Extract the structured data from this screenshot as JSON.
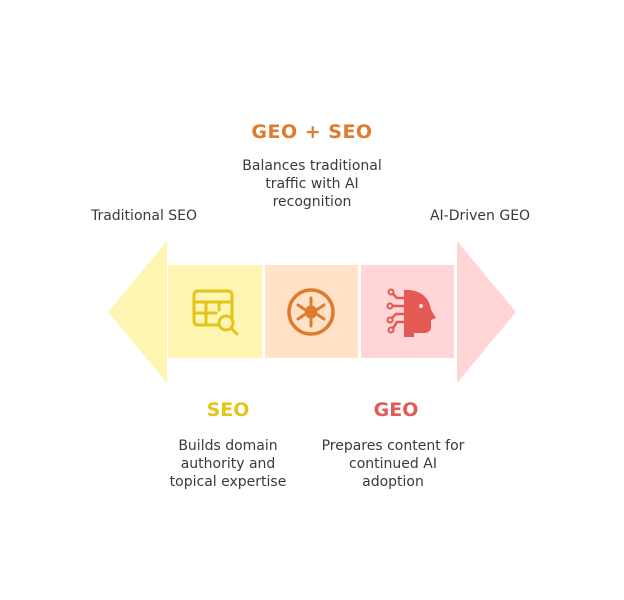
{
  "top": {
    "title": "GEO + SEO",
    "description": "Balances traditional traffic with AI recognition"
  },
  "left": {
    "label": "Traditional SEO"
  },
  "right": {
    "label": "AI-Driven GEO"
  },
  "seo": {
    "title": "SEO",
    "description": "Builds domain authority and topical expertise"
  },
  "geo": {
    "title": "GEO",
    "description": "Prepares content for continued AI adoption"
  },
  "colors": {
    "seo_fill": "#fff5b3",
    "seo_icon": "#e3c51a",
    "middle_fill": "#ffe2c8",
    "middle_icon": "#e07a2c",
    "geo_fill": "#ffd5d5",
    "geo_icon": "#e35a55"
  },
  "icons": {
    "seo": "table-search-icon",
    "middle": "gear-circle-icon",
    "geo": "ai-head-icon"
  }
}
